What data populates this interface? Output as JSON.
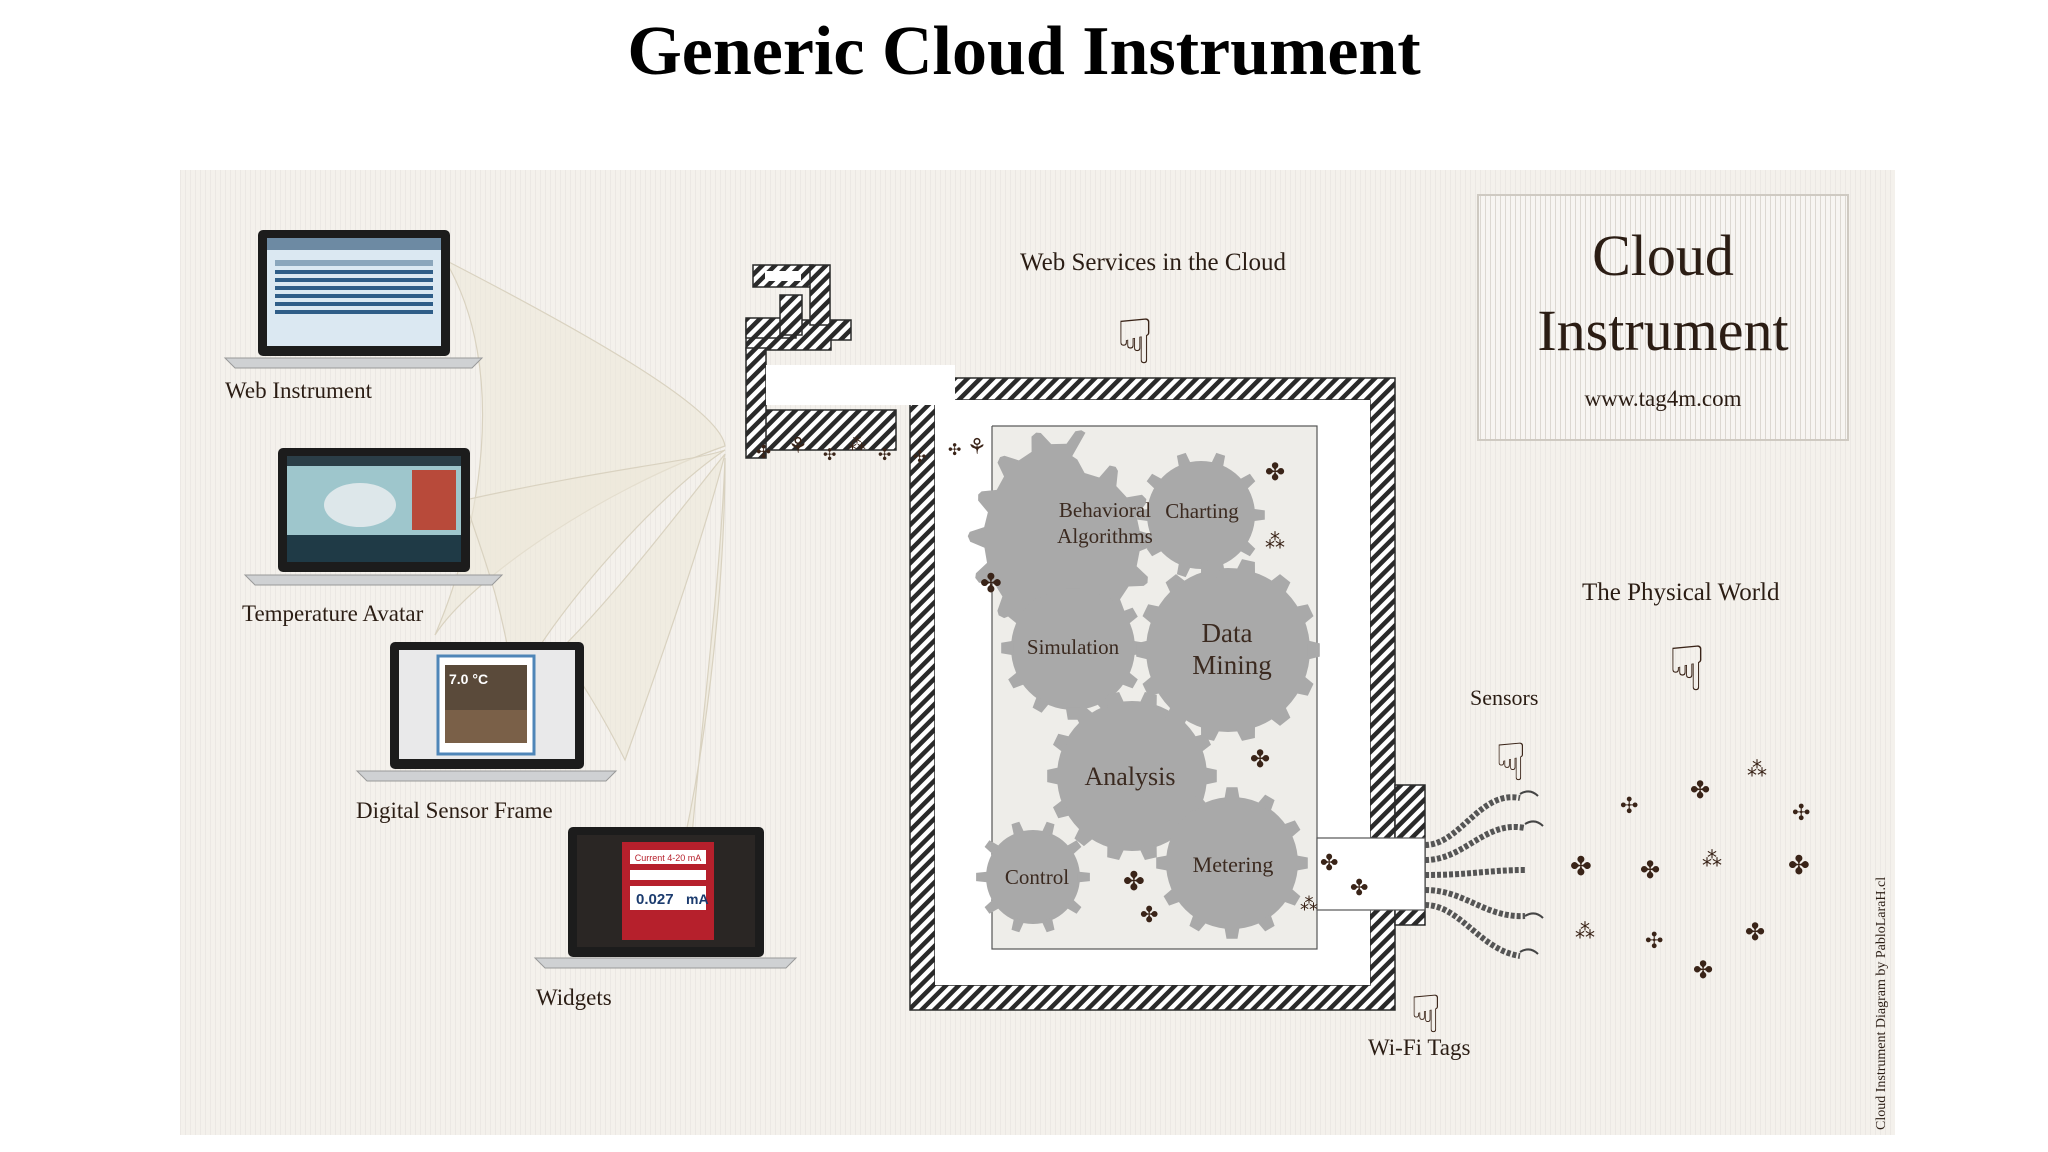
{
  "slide": {
    "title": "Generic Cloud Instrument"
  },
  "logo": {
    "line1": "Cloud",
    "line2": "Instrument",
    "url": "www.tag4m.com"
  },
  "labels": {
    "web_services": "Web Services in the Cloud",
    "physical_world": "The Physical World",
    "sensors": "Sensors",
    "wifi_tags": "Wi-Fi Tags",
    "credit": "Cloud Instrument Diagram by PabloLaraH.cl"
  },
  "devices": [
    {
      "label": "Web Instrument"
    },
    {
      "label": "Temperature Avatar"
    },
    {
      "label": "Digital Sensor Frame",
      "screen_text": "7.0 °C"
    },
    {
      "label": "Widgets",
      "screen_title": "Current 4-20 mA",
      "screen_value": "0.027",
      "screen_unit": "mA"
    }
  ],
  "gears": [
    {
      "line1": "Behavioral",
      "line2": "Algorithms"
    },
    {
      "line1": "Charting"
    },
    {
      "line1": "Simulation"
    },
    {
      "line1": "Data",
      "line2": "Mining"
    },
    {
      "line1": "Analysis"
    },
    {
      "line1": "Control"
    },
    {
      "line1": "Metering"
    }
  ],
  "icons": {
    "pointing_hand": "☟",
    "bird": "⚘",
    "bug": "✣",
    "scroll": "⁂",
    "fly": "✤"
  },
  "colors": {
    "ink": "#2b1d14",
    "gear": "#a9a9a9",
    "panel": "#f4f1ec",
    "hatch": "#2a2a2a"
  }
}
